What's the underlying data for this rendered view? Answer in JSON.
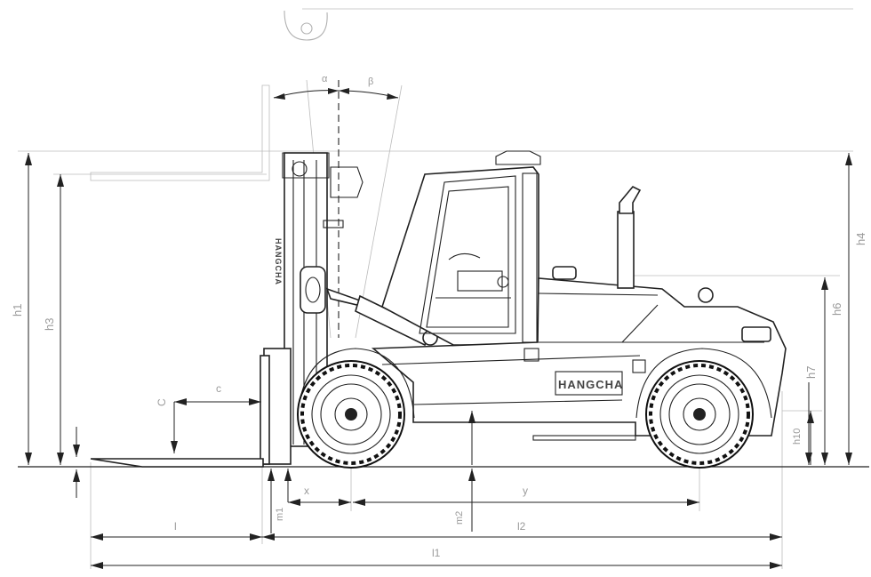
{
  "diagram": {
    "kind": "forklift-dimension-drawing",
    "brand_label": "HANGCHA",
    "mast_label": "HANGCHA",
    "labels": {
      "h1": "h1",
      "h3": "h3",
      "h4": "h4",
      "h6": "h6",
      "h7": "h7",
      "h10": "h10",
      "c_vertical": "C",
      "c_horizontal": "c",
      "x": "x",
      "y": "y",
      "m1": "m1",
      "m2": "m2",
      "l": "l",
      "l1": "l1",
      "l2": "l2",
      "alpha": "α",
      "beta": "β"
    }
  }
}
